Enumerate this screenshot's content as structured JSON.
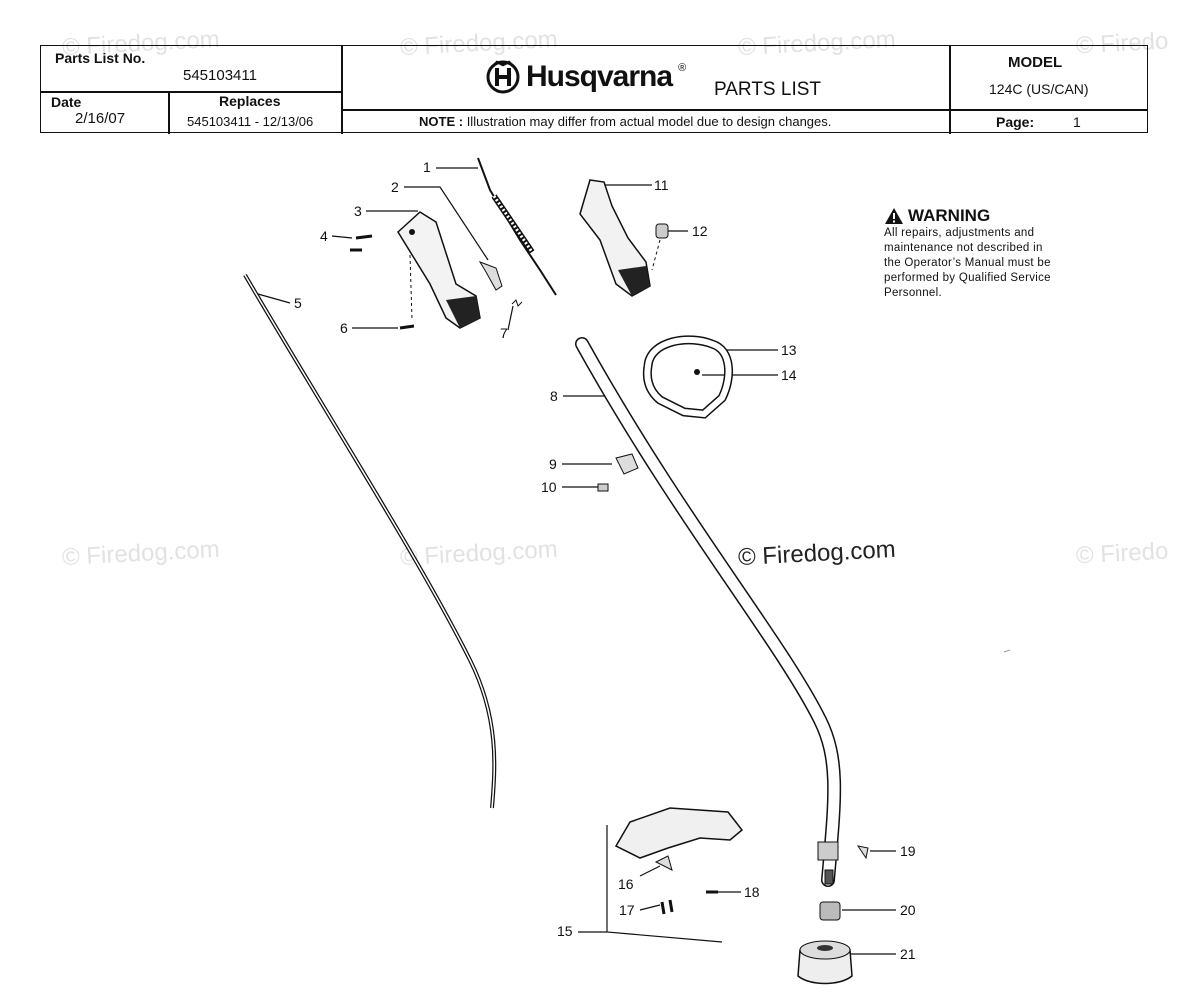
{
  "header": {
    "parts_list_no_label": "Parts List No.",
    "parts_list_no": "545103411",
    "date_label": "Date",
    "date": "2/16/07",
    "replaces_label": "Replaces",
    "replaces": "545103411 - 12/13/06",
    "brand": "Husqvarna",
    "registered_mark": "®",
    "title": "PARTS LIST",
    "note_label": "NOTE :",
    "note_text": "Illustration may differ from actual model due to design changes.",
    "model_label": "MODEL",
    "model": "124C (US/CAN)",
    "page_label": "Page:",
    "page": "1"
  },
  "warning": {
    "title": "WARNING",
    "lines": [
      "All repairs, adjustments and",
      "maintenance not described in",
      "the Operator’s Manual must be",
      "performed by Qualified Service",
      "Personnel."
    ]
  },
  "watermark": "© Firedog.com",
  "watermark_partial": "© Firedo",
  "callouts": [
    "1",
    "2",
    "3",
    "4",
    "5",
    "6",
    "7",
    "8",
    "9",
    "10",
    "11",
    "12",
    "13",
    "14",
    "15",
    "16",
    "17",
    "18",
    "19",
    "20",
    "21"
  ]
}
